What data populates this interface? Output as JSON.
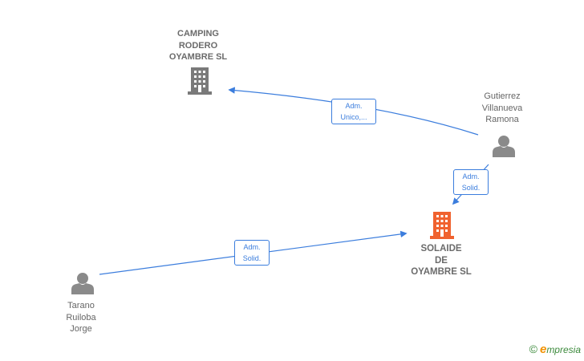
{
  "nodes": {
    "camping": {
      "label": "CAMPING\nRODERO\nOYAMBRE  SL",
      "type": "company",
      "color": "#7a7a7a"
    },
    "gutierrez": {
      "label": "Gutierrez\nVillanueva\nRamona",
      "type": "person",
      "color": "#8a8a8a"
    },
    "solaide": {
      "label": "SOLAIDE\nDE\nOYAMBRE  SL",
      "type": "company-focus",
      "color": "#f0622f"
    },
    "tarano": {
      "label": "Tarano\nRuiloba\nJorge",
      "type": "person",
      "color": "#8a8a8a"
    }
  },
  "edges": {
    "gutierrez_camping": {
      "label": "Adm.\nUnico,..."
    },
    "gutierrez_solaide": {
      "label": "Adm.\nSolid."
    },
    "tarano_solaide": {
      "label": "Adm.\nSolid."
    }
  },
  "edge_color": "#3b7ddd",
  "footer": {
    "copyright": "©",
    "brand_initial": "e",
    "brand_rest": "mpresia"
  }
}
